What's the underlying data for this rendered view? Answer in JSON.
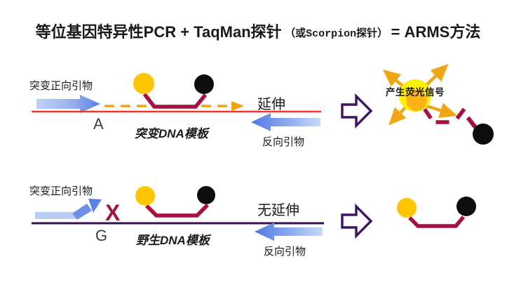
{
  "title": {
    "main_left": "等位基因特异性PCR + TaqMan探针",
    "paren": "（或Scorpion探针）",
    "main_right": "= ARMS方法"
  },
  "mutant_panel": {
    "forward_primer_label": "突变正向引物",
    "base": "A",
    "template_label": "突变DNA模板",
    "extension_label": "延伸",
    "reverse_primer_label": "反向引物",
    "signal_label": "产生荧光信号"
  },
  "wild_panel": {
    "forward_primer_label": "突变正向引物",
    "blocked_mark": "X",
    "base": "G",
    "template_label": "野生DNA模板",
    "extension_label": "无延伸",
    "reverse_primer_label": "反向引物"
  },
  "colors": {
    "fluorophore": "#fdc502",
    "quencher": "#0d0d0d",
    "probe": "#a8103f",
    "mutant_template": "#f0352c",
    "wild_template": "#35104d",
    "primer_light": "#b9cdf2",
    "primer_dark": "#5b82e8",
    "extension": "#f2a513",
    "result_arrow": "#3d1462",
    "glow_outer": "#fcf000",
    "glow_inner": "#fcb415",
    "text": "#1a1a1a"
  }
}
